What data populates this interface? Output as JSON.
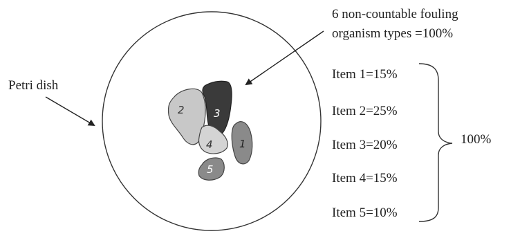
{
  "header": {
    "line1": "6 non-countable fouling",
    "line2": "organism types =100%"
  },
  "dish": {
    "label": "Petri dish"
  },
  "items": [
    {
      "label": "Item 1=15%"
    },
    {
      "label": "Item 2=25%"
    },
    {
      "label": "Item 3=20%"
    },
    {
      "label": "Item 4=15%"
    },
    {
      "label": "Item 5=10%"
    }
  ],
  "total": {
    "label": "100%"
  },
  "blobs": [
    {
      "number": "1",
      "color": "#8a8a8a"
    },
    {
      "number": "2",
      "color": "#c8c8c8"
    },
    {
      "number": "3",
      "color": "#3a3a3a"
    },
    {
      "number": "4",
      "color": "#d4d4d4"
    },
    {
      "number": "5",
      "color": "#8a8a8a"
    }
  ]
}
